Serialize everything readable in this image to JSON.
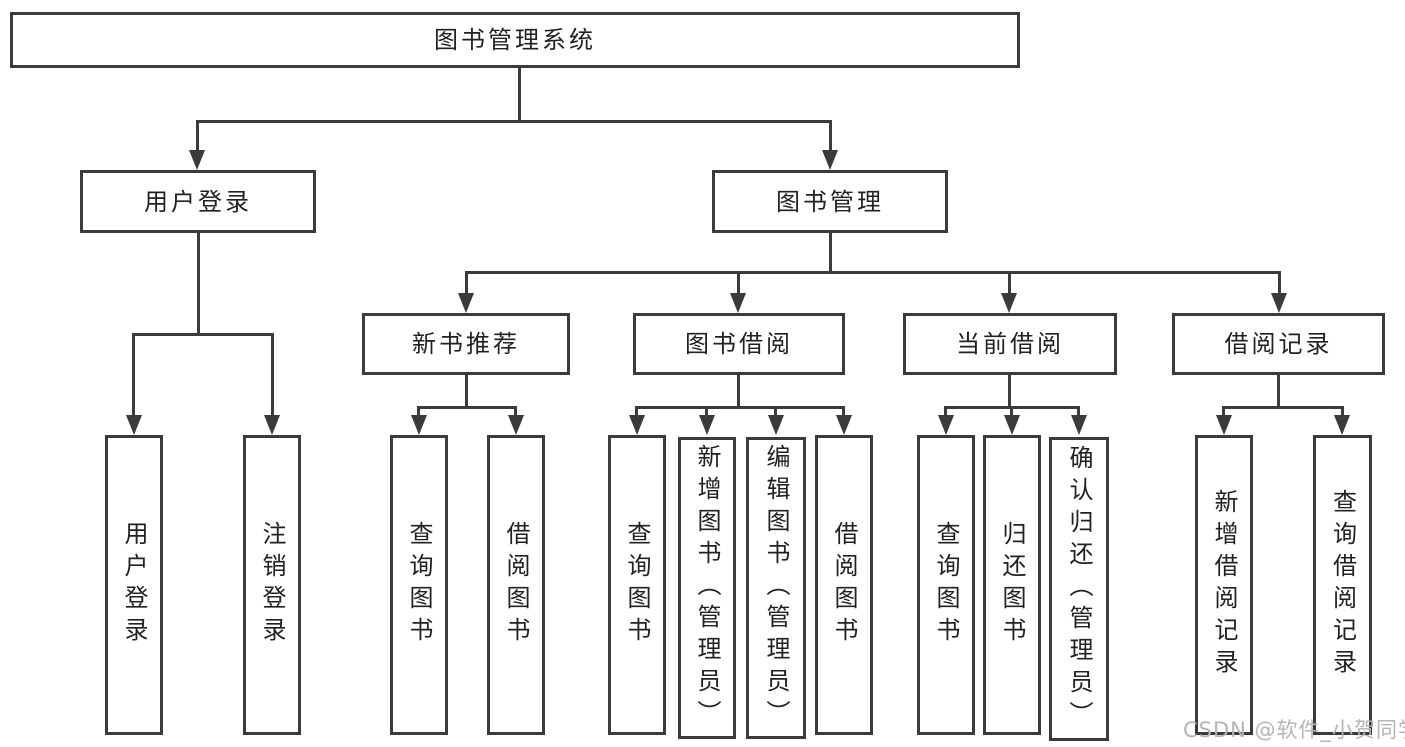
{
  "diagram": {
    "type": "tree",
    "root": {
      "label": "图书管理系统",
      "children": [
        {
          "label": "用户登录",
          "children": [
            {
              "label": "用户登录"
            },
            {
              "label": "注销登录"
            }
          ]
        },
        {
          "label": "图书管理",
          "children": [
            {
              "label": "新书推荐",
              "children": [
                {
                  "label": "查询图书"
                },
                {
                  "label": "借阅图书"
                }
              ]
            },
            {
              "label": "图书借阅",
              "children": [
                {
                  "label": "查询图书"
                },
                {
                  "label": "新增图书（管理员）"
                },
                {
                  "label": "编辑图书（管理员）"
                },
                {
                  "label": "借阅图书"
                }
              ]
            },
            {
              "label": "当前借阅",
              "children": [
                {
                  "label": "查询图书"
                },
                {
                  "label": "归还图书"
                },
                {
                  "label": "确认归还（管理员）"
                }
              ]
            },
            {
              "label": "借阅记录",
              "children": [
                {
                  "label": "新增借阅记录"
                },
                {
                  "label": "查询借阅记录"
                }
              ]
            }
          ]
        }
      ]
    }
  },
  "watermark": {
    "text": "CSDN @软件_小贺同学",
    "color": "#b5b5b5"
  },
  "colors": {
    "line": "#3b3b3b",
    "box_border": "#3b3b3b",
    "text": "#222222",
    "background": "#ffffff"
  }
}
